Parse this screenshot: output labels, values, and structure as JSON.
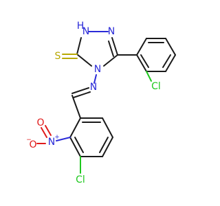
{
  "colors": {
    "carbon_bond": "#1a1a1a",
    "nitrogen": "#2a2ad8",
    "oxygen": "#e01a1a",
    "chlorine": "#1ec81e",
    "sulfur": "#b8a800"
  },
  "atoms": {
    "nh": "H",
    "n1": "N",
    "n2": "N",
    "n4": "N",
    "n_imine": "N",
    "s": "S",
    "hs": "H",
    "cl_top": "Cl",
    "cl_bottom": "Cl",
    "n_nitro": "N",
    "n_nitro_charge": "+",
    "o_nitro_top": "O",
    "o_nitro_left": "O",
    "o_nitro_charge": "−"
  }
}
